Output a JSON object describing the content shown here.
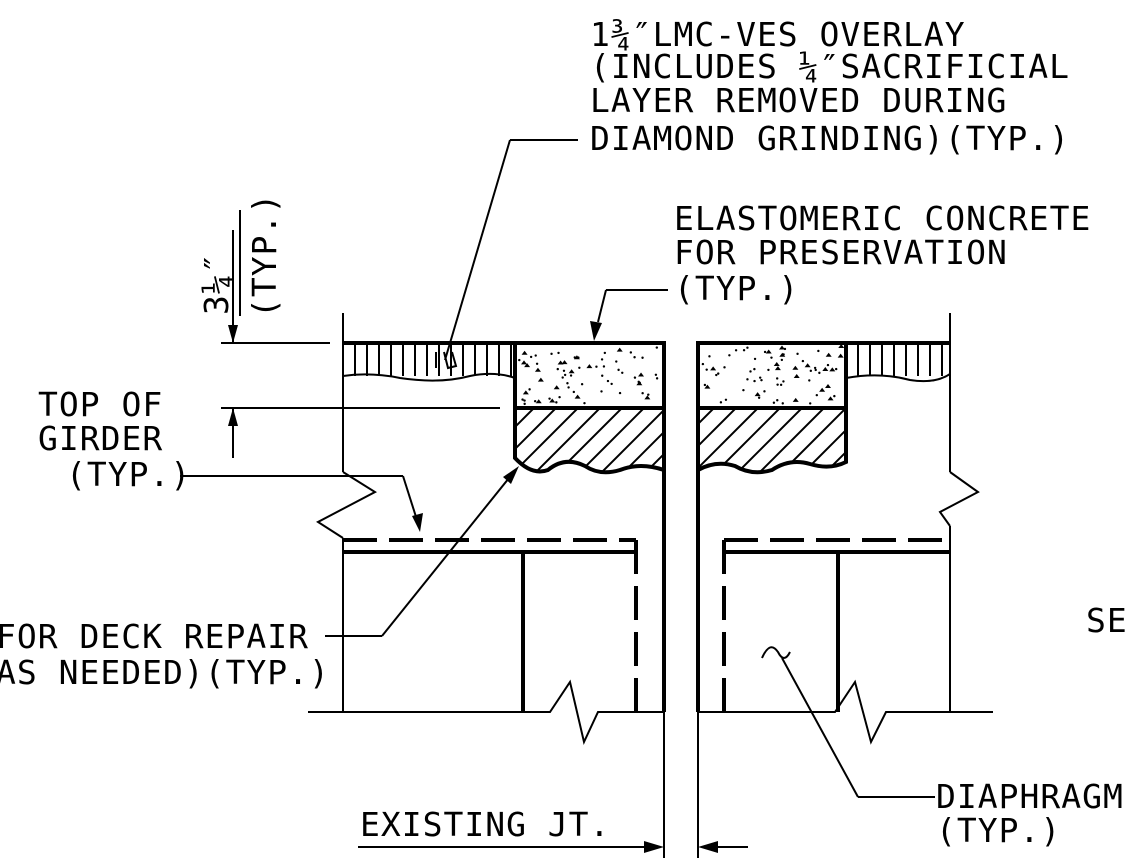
{
  "labels": {
    "overlay": {
      "line1": "1¾″LMC-VES OVERLAY",
      "line2": "(INCLUDES ¼″SACRIFICIAL",
      "line3": "LAYER REMOVED DURING",
      "line4": "DIAMOND GRINDING)(TYP.)"
    },
    "elastomeric": {
      "line1": "ELASTOMERIC CONCRETE",
      "line2": "FOR PRESERVATION",
      "line3": "(TYP.)"
    },
    "dimension": {
      "value": "3¼″",
      "note": "(TYP.)"
    },
    "top_of_girder": {
      "line1": "TOP OF",
      "line2": "GIRDER",
      "line3": "(TYP.)"
    },
    "deck_repair": {
      "line1": "FOR DECK REPAIR",
      "line2": "AS NEEDED)(TYP.)"
    },
    "diaphragm": {
      "line1": "DIAPHRAGM",
      "line2": "(TYP.)"
    },
    "existing_joint": "EXISTING JT.",
    "cut_off": "SE"
  },
  "colors": {
    "ink": "#000000",
    "paper": "#ffffff"
  }
}
